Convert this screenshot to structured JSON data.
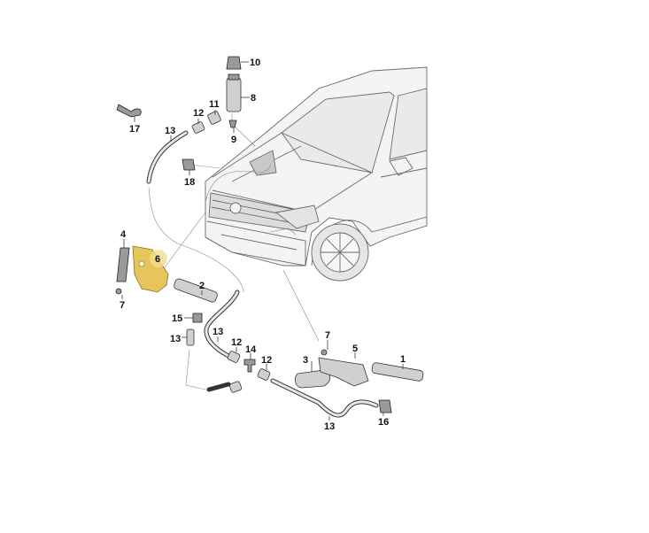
{
  "diagram": {
    "highlight_color": "#e6c65a",
    "callouts": [
      {
        "id": "c10",
        "label": "10"
      },
      {
        "id": "c8",
        "label": "8"
      },
      {
        "id": "c11",
        "label": "11"
      },
      {
        "id": "c12a",
        "label": "12"
      },
      {
        "id": "c9",
        "label": "9"
      },
      {
        "id": "c17",
        "label": "17"
      },
      {
        "id": "c13a",
        "label": "13"
      },
      {
        "id": "c18",
        "label": "18"
      },
      {
        "id": "c4",
        "label": "4"
      },
      {
        "id": "c6",
        "label": "6"
      },
      {
        "id": "c7a",
        "label": "7"
      },
      {
        "id": "c2",
        "label": "2"
      },
      {
        "id": "c15",
        "label": "15"
      },
      {
        "id": "c13b",
        "label": "13"
      },
      {
        "id": "c13c",
        "label": "13"
      },
      {
        "id": "c12b",
        "label": "12"
      },
      {
        "id": "c14",
        "label": "14"
      },
      {
        "id": "c12c",
        "label": "12"
      },
      {
        "id": "c7b",
        "label": "7"
      },
      {
        "id": "c5",
        "label": "5"
      },
      {
        "id": "c3",
        "label": "3"
      },
      {
        "id": "c1",
        "label": "1"
      },
      {
        "id": "c13d",
        "label": "13"
      },
      {
        "id": "c16",
        "label": "16"
      }
    ]
  }
}
